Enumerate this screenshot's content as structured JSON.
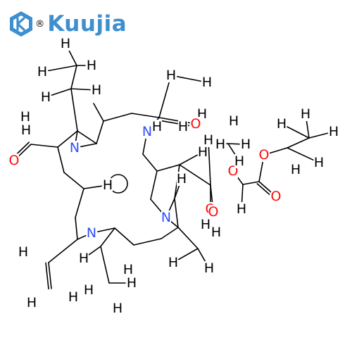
{
  "brand": {
    "name": "Kuujia",
    "registered_mark": "®",
    "color": "#3d8fd0"
  },
  "molecule": {
    "colors": {
      "C": "#000000",
      "H": "#000000",
      "N": "#3050f8",
      "O": "#ff0d0d"
    },
    "atoms": [
      {
        "id": "h1",
        "el": "H"
      },
      {
        "id": "h2",
        "el": "H"
      },
      {
        "id": "h3",
        "el": "H"
      },
      {
        "id": "h4",
        "el": "H"
      },
      {
        "id": "h5",
        "el": "H"
      },
      {
        "id": "h6",
        "el": "H"
      },
      {
        "id": "h7",
        "el": "H"
      },
      {
        "id": "h8",
        "el": "H"
      },
      {
        "id": "o1",
        "el": "O"
      },
      {
        "id": "n1",
        "el": "N"
      },
      {
        "id": "h9",
        "el": "H"
      },
      {
        "id": "o2",
        "el": "O"
      },
      {
        "id": "h10",
        "el": "H"
      },
      {
        "id": "h11",
        "el": "H"
      },
      {
        "id": "h12",
        "el": "H"
      },
      {
        "id": "h13",
        "el": "H"
      },
      {
        "id": "h14",
        "el": "H"
      },
      {
        "id": "h15",
        "el": "H"
      },
      {
        "id": "o3",
        "el": "O"
      },
      {
        "id": "o4",
        "el": "O"
      },
      {
        "id": "h16",
        "el": "H"
      },
      {
        "id": "h17",
        "el": "H"
      },
      {
        "id": "n2",
        "el": "N"
      },
      {
        "id": "h18",
        "el": "H"
      },
      {
        "id": "o5",
        "el": "O"
      },
      {
        "id": "o6",
        "el": "O"
      },
      {
        "id": "h19",
        "el": "H"
      },
      {
        "id": "o7",
        "el": "O"
      },
      {
        "id": "n3",
        "el": "N"
      },
      {
        "id": "h20",
        "el": "H"
      },
      {
        "id": "h21",
        "el": "H"
      },
      {
        "id": "h22",
        "el": "H"
      },
      {
        "id": "n4",
        "el": "N"
      },
      {
        "id": "h23",
        "el": "H"
      },
      {
        "id": "h24",
        "el": "H"
      },
      {
        "id": "h25",
        "el": "H"
      },
      {
        "id": "h26",
        "el": "H"
      },
      {
        "id": "h27",
        "el": "H"
      },
      {
        "id": "h28",
        "el": "H"
      },
      {
        "id": "h29",
        "el": "H"
      },
      {
        "id": "h30",
        "el": "H"
      },
      {
        "id": "h31",
        "el": "H"
      },
      {
        "id": "h32",
        "el": "H"
      },
      {
        "id": "h33",
        "el": "H"
      },
      {
        "id": "h34",
        "el": "H"
      },
      {
        "id": "h35",
        "el": "H"
      },
      {
        "id": "h36",
        "el": "H"
      },
      {
        "id": "h37",
        "el": "H"
      },
      {
        "id": "h38",
        "el": "H"
      }
    ]
  }
}
